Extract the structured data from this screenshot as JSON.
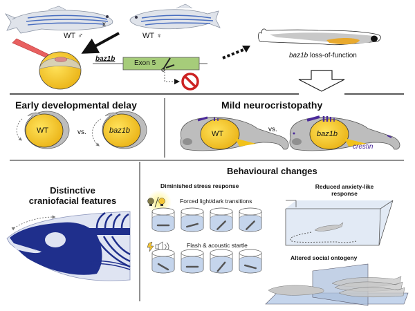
{
  "top": {
    "male_label": "WT ♂",
    "female_label": "WT ♀",
    "cross_symbol": "x",
    "gene_label": "baz1b",
    "exon_label": "Exon 5",
    "outcome_gene": "baz1b",
    "outcome_text": " loss-of-function"
  },
  "panels": {
    "early": {
      "title": "Early developmental delay",
      "wt_label": "WT",
      "vs_label": "vs.",
      "mut_label": "baz1b"
    },
    "neuro": {
      "title": "Mild neurocristopathy",
      "wt_label": "WT",
      "vs_label": "vs.",
      "mut_label": "baz1b",
      "marker_label": "crestin"
    },
    "cranio": {
      "title_line1": "Distinctive",
      "title_line2": "craniofacial features"
    },
    "behaviour": {
      "title": "Behavioural changes",
      "stress_title": "Diminished stress response",
      "light_dark_label": "Forced light/dark transitions",
      "startle_label": "Flash & acoustic startle",
      "anxiety_title_line1": "Reduced anxiety-like",
      "anxiety_title_line2": "response",
      "social_title": "Altered social ontogeny"
    }
  },
  "colors": {
    "yolk": "#f2c21a",
    "embryo_grey": "#b8b8b8",
    "stripe_blue": "#4a6fc0",
    "crestin_purple": "#4b2a9a",
    "skeleton_navy": "#1f2f8c",
    "exon_green": "#a6cc7a",
    "water_blue": "#c5d5ec",
    "stop_red": "#cc2222"
  }
}
